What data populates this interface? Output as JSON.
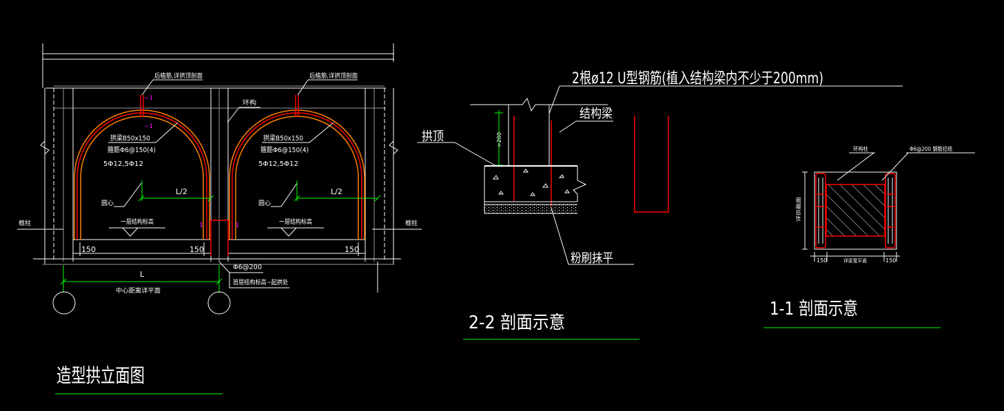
{
  "viewport": {
    "background": "#000000"
  },
  "colors": {
    "line": "#ffffff",
    "rebar": "#ff0000",
    "arch": "#ff8000",
    "dimension": "#00ff00",
    "section_mark": "#ff00ff"
  },
  "elevation": {
    "title": "造型拱立面图",
    "post_rebar_labels": [
      "后植筋,详拱顶剖面",
      "后植筋,详拱顶剖面"
    ],
    "section_marks_top": [
      "~1",
      "~1"
    ],
    "ring_beam_label": "环构",
    "arches": [
      {
        "beam": "拱梁B50x150",
        "stirrup": "箍筋Φ6@150(4)",
        "bars": "5Φ12,5Φ12",
        "center": "圆心",
        "half_span": "L/2",
        "level": "一层结构标高"
      },
      {
        "beam": "拱梁B50x150",
        "stirrup": "箍筋Φ6@150(4)",
        "bars": "5Φ12,5Φ12",
        "center": "圆心",
        "half_span": "L/2",
        "level": "一层结构标高"
      }
    ],
    "section_marks_mid": [
      "1",
      "1"
    ],
    "frame_columns": [
      "框柱",
      "框柱"
    ],
    "dims": {
      "left_150": "150",
      "mid_150": "150",
      "right_150": "150",
      "span": "L",
      "span_note": "中心距离详平面"
    },
    "notes": {
      "tie": "Φ6@200",
      "level_note": "首层结构标高~起拱处"
    }
  },
  "section_2_2": {
    "title": "2-2 剖面示意",
    "rebar_note": "2根ø12 U型钢筋(植入结构梁内不少于200mm)",
    "beam": "结构梁",
    "crown": "拱顶",
    "embed_dim": ">200",
    "plaster": "粉刷抹平"
  },
  "section_1_1": {
    "title": "1-1 剖面示意",
    "column": "环构柱",
    "tie": "Φ6@200 钢筋拉结",
    "height_label": "详拱截面",
    "dims": [
      "150",
      "详梁宽平面",
      "150"
    ]
  }
}
